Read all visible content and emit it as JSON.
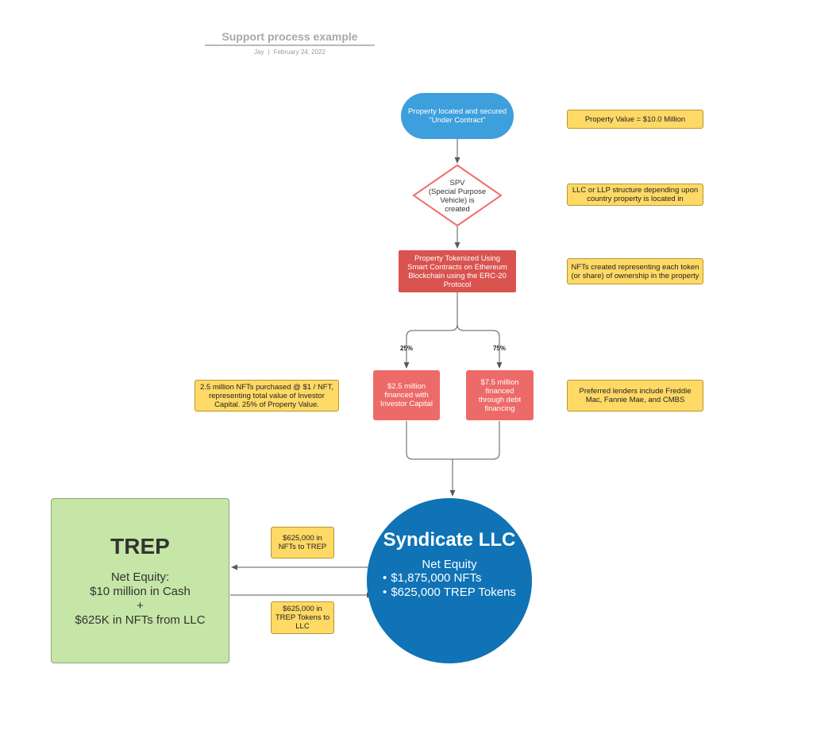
{
  "header": {
    "title": "Support process example",
    "author": "Jay",
    "separator": "|",
    "date": "February 24, 2022"
  },
  "nodes": {
    "start": [
      "Property located and secured",
      "\"Under Contract\""
    ],
    "spv": [
      "SPV",
      "(Special Purpose",
      "Vehicle) is",
      "created"
    ],
    "tokenized": [
      "Property Tokenized Using",
      "Smart Contracts on Ethereum",
      "Blockchain using the ERC-20",
      "Protocol"
    ],
    "pct_left": "25%",
    "pct_right": "75%",
    "investor": [
      "$2.5 million",
      "financed with",
      "Investor Capital"
    ],
    "debt": [
      "$7.5 million",
      "financed",
      "through debt",
      "financing"
    ],
    "trep": {
      "title": "TREP",
      "lines": [
        "Net Equity:",
        "$10 million in Cash",
        "+",
        "$625K in NFTs from LLC"
      ]
    },
    "syndicate": {
      "title": "Syndicate LLC",
      "subtitle": "Net Equity",
      "items": [
        "$1,875,000 NFTs",
        "$625,000 TREP Tokens"
      ]
    }
  },
  "notes": {
    "property_value": "Property Value = $10.0 Million",
    "llc": [
      "LLC or LLP structure depending upon",
      "country property is located in"
    ],
    "nfts": [
      "NFTs created representing each token",
      "(or share) of ownership in the property"
    ],
    "purchased": [
      "2.5 million NFTs purchased @ $1 / NFT,",
      "representing total value of Investor",
      "Capital.  25% of Property Value."
    ],
    "lenders": [
      "Preferred lenders include Freddie",
      "Mac, Fannie Mae, and CMBS"
    ],
    "nfts_to_trep": [
      "$625,000 in",
      "NFTs to TREP"
    ],
    "tokens_to_llc": [
      "$625,000 in",
      "TREP Tokens to",
      "LLC"
    ]
  },
  "colors": {
    "stadium": "#3d9fdc",
    "diamond_stroke": "#ef6f6c",
    "process": "#d9534f",
    "salmon": "#ec6b69",
    "note": "#fed966",
    "trep": "#c5e6a6",
    "syndicate": "#0f73b6",
    "connector": "#595959"
  }
}
